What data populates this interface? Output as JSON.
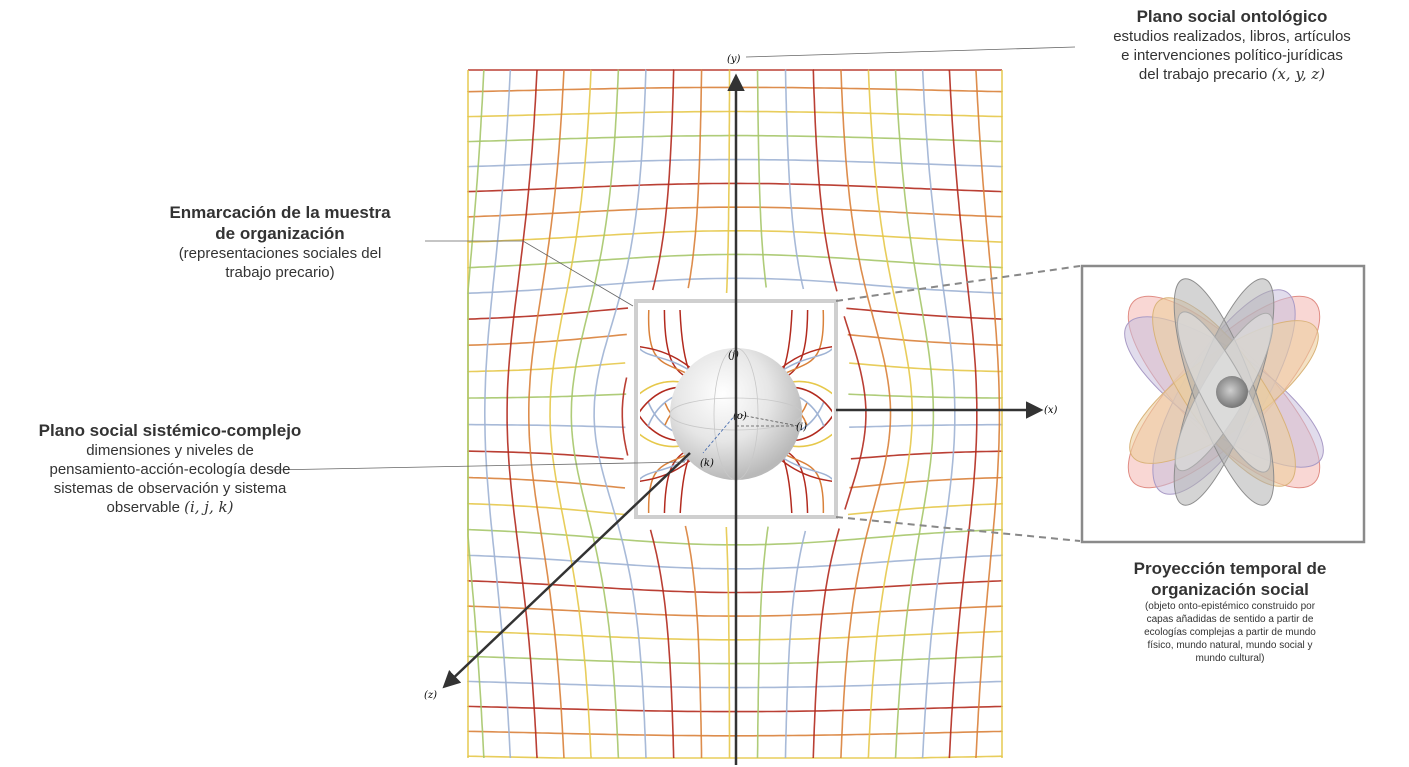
{
  "axes": {
    "x": "(x)",
    "y": "(y)",
    "z": "(z)",
    "i": "(i)",
    "j": "(j)",
    "k": "(k)",
    "o": "(o)"
  },
  "colors": {
    "red": "#b22a1e",
    "orange": "#d9813a",
    "yellow": "#e6c84a",
    "green": "#a6c76a",
    "blue": "#9fb3d4",
    "axis": "#333333",
    "frame": "#cfcfcf",
    "inset_border": "#8a8a8a"
  },
  "labels": {
    "ontologico": {
      "title": "Plano social ontológico",
      "line1": "estudios realizados, libros, artículos",
      "line2": "e intervenciones político-jurídicas",
      "line3": "del trabajo precario",
      "math": "(x, y, z)"
    },
    "enmarcacion": {
      "title1": "Enmarcación de la muestra",
      "title2": "de organización",
      "line1": "(representaciones sociales del",
      "line2": "trabajo precario)"
    },
    "sistemico": {
      "title": "Plano social sistémico-complejo",
      "line1": "dimensiones y niveles de",
      "line2": "pensamiento-acción-ecología desde",
      "line3": "sistemas de observación y sistema",
      "line4": "observable",
      "math": "(i, j, k)"
    },
    "proyeccion": {
      "title1": "Proyección temporal de",
      "title2": "organización social",
      "line1": "(objeto onto-epistémico construido por",
      "line2": "capas añadidas de sentido a partir de",
      "line3": "ecologías complejas a partir de mundo",
      "line4": "físico, mundo natural, mundo social y",
      "line5": "mundo cultural)"
    }
  }
}
